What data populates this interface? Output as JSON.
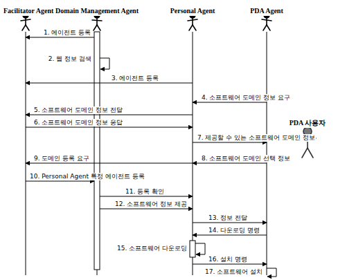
{
  "diagram": {
    "nodes": [
      {
        "text": [
          "Facilitator Agent"
        ]
      },
      {
        "text": [
          "Domain Management Agent"
        ]
      },
      {
        "text": [
          "Personal Agent"
        ]
      },
      {
        "text": [
          "PDA Agent"
        ]
      },
      {
        "text": [
          "PDA 사용자"
        ]
      }
    ],
    "edges": [
      {
        "from": 1,
        "to": 0,
        "label": "1. 에이전트 등록",
        "arrow": "to"
      },
      {
        "from": 1,
        "to": 1,
        "label": "2. 웹 정보 검색",
        "arrow": "to"
      },
      {
        "from": 2,
        "to": 0,
        "label": "3. 에이전트 등록",
        "arrow": "to"
      },
      {
        "from": 3,
        "to": 2,
        "label": "4. 소프트웨어 도메인 정보 요구",
        "arrow": "to"
      },
      {
        "from": 2,
        "to": 0,
        "label": "5. 소프트웨어 도메인 정보 전달",
        "arrow": "to"
      },
      {
        "from": 0,
        "to": 2,
        "label": "6. 소프트웨어 도메인 정보 응답",
        "arrow": "to"
      },
      {
        "from": 2,
        "to": 3,
        "label": "7. 제공할 수 있는 소프트웨어 도메인 정보",
        "arrow": "to"
      },
      {
        "from": 3,
        "to": 2,
        "label": "8. 소프트웨어 도메인 선택 정보",
        "arrow": "to"
      },
      {
        "from": 2,
        "to": 0,
        "label": "9. 도메인 등록 요구",
        "arrow": "to"
      },
      {
        "from": 0,
        "to": 1,
        "label": "10. Personal Agent 특정 에이전트 등록",
        "arrow": "to"
      },
      {
        "from": 1,
        "to": 2,
        "label": "11. 등록 확인",
        "arrow": "to"
      },
      {
        "from": 1,
        "to": 2,
        "label": "12. 소프트웨어 정보 제공",
        "arrow": "to"
      },
      {
        "from": 2,
        "to": 3,
        "label": "13. 정보 전달",
        "arrow": "to"
      },
      {
        "from": 3,
        "to": 2,
        "label": "14. 다운로딩 명령",
        "arrow": "to"
      },
      {
        "from": 2,
        "to": 2,
        "label": "15. 소프트웨어 다운로딩",
        "arrow": "to"
      },
      {
        "from": 2,
        "to": 3,
        "label": "16. 설치 명령",
        "arrow": "to"
      },
      {
        "from": 3,
        "to": 3,
        "label": "17. 소프트웨어 설치",
        "arrow": "to"
      }
    ]
  }
}
